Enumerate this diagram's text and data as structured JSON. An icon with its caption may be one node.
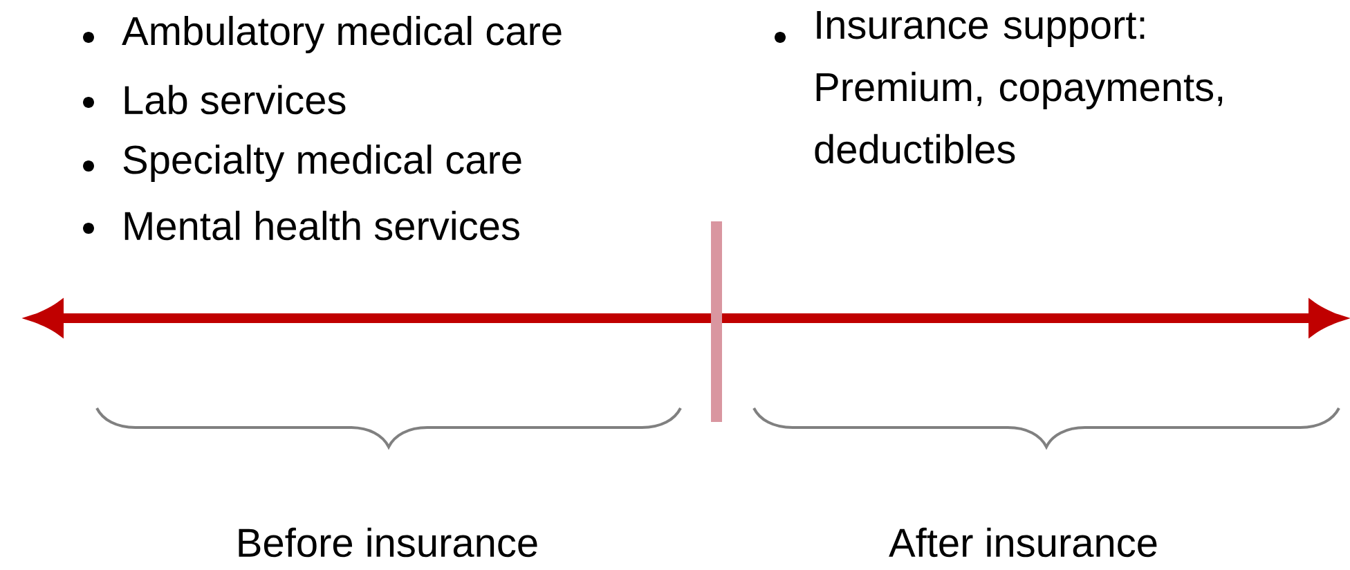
{
  "diagram": {
    "labels": [
      "Ambulatory medical care",
      "Lab services",
      "Specialty medical care",
      "Mental health services",
      "Insurance support: Premium, copayments, deductibles",
      "Before insurance",
      "After insurance"
    ]
  }
}
